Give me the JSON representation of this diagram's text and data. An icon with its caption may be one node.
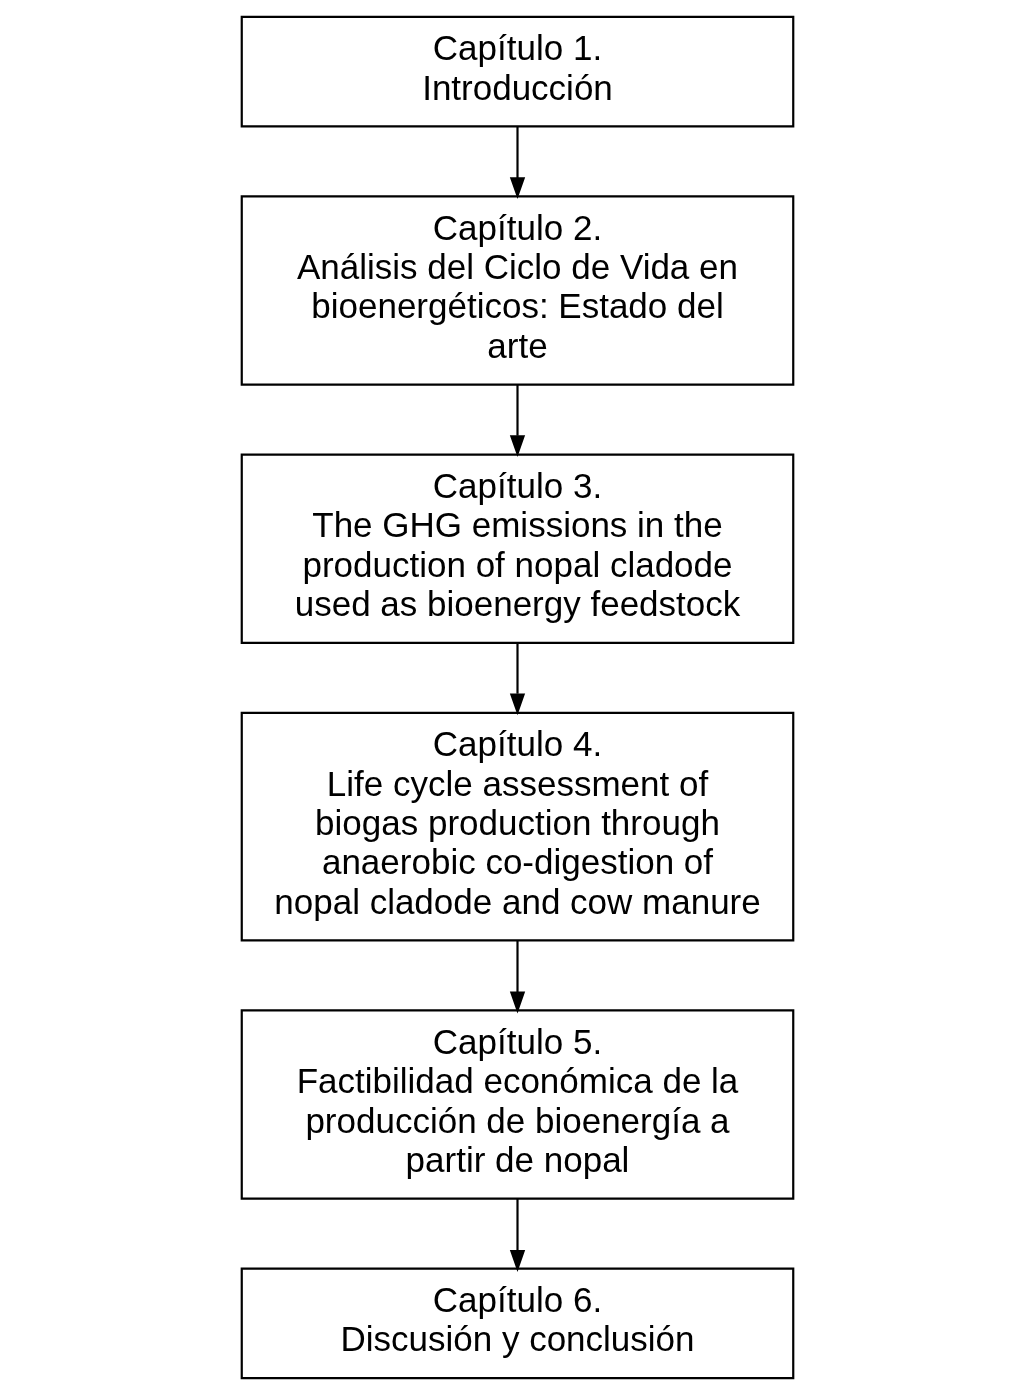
{
  "diagram": {
    "nodes": [
      {
        "text": [
          "Capítulo 1.",
          "Introducción"
        ]
      },
      {
        "text": [
          "Capítulo 2.",
          "Análisis del Ciclo de Vida en bioenergéticos: Estado del arte"
        ]
      },
      {
        "text": [
          "Capítulo 3.",
          "The GHG emissions in the production of nopal cladode used as bioenergy feedstock"
        ]
      },
      {
        "text": [
          "Capítulo 4.",
          "Life cycle assessment of biogas production through anaerobic co-digestion of nopal cladode and cow manure"
        ]
      },
      {
        "text": [
          "Capítulo 5.",
          "Factibilidad económica de la producción de bioenergía a partir de nopal"
        ]
      },
      {
        "text": [
          "Capítulo 6.",
          "Discusión y conclusión"
        ]
      }
    ],
    "edges": [
      {
        "from": 0,
        "to": 1,
        "arrow": "to"
      },
      {
        "from": 1,
        "to": 2,
        "arrow": "to"
      },
      {
        "from": 2,
        "to": 3,
        "arrow": "to"
      },
      {
        "from": 3,
        "to": 4,
        "arrow": "to"
      },
      {
        "from": 4,
        "to": 5,
        "arrow": "to"
      }
    ]
  }
}
